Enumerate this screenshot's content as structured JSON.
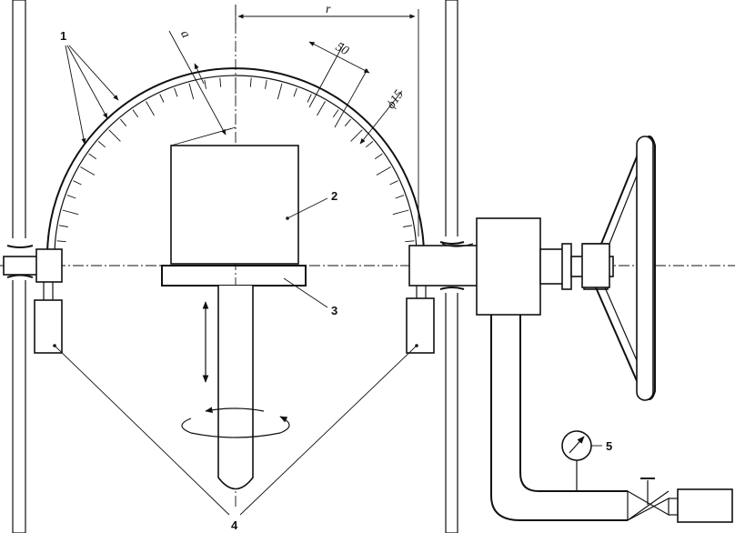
{
  "labels": {
    "callout_1": "1",
    "callout_2": "2",
    "callout_3": "3",
    "callout_4": "4",
    "callout_5": "5",
    "radius_r": "r",
    "dim_a": "a",
    "dim_50": "50",
    "dim_phi15": "ϕ15"
  },
  "colors": {
    "ink": "#111111",
    "paper": "#ffffff"
  }
}
